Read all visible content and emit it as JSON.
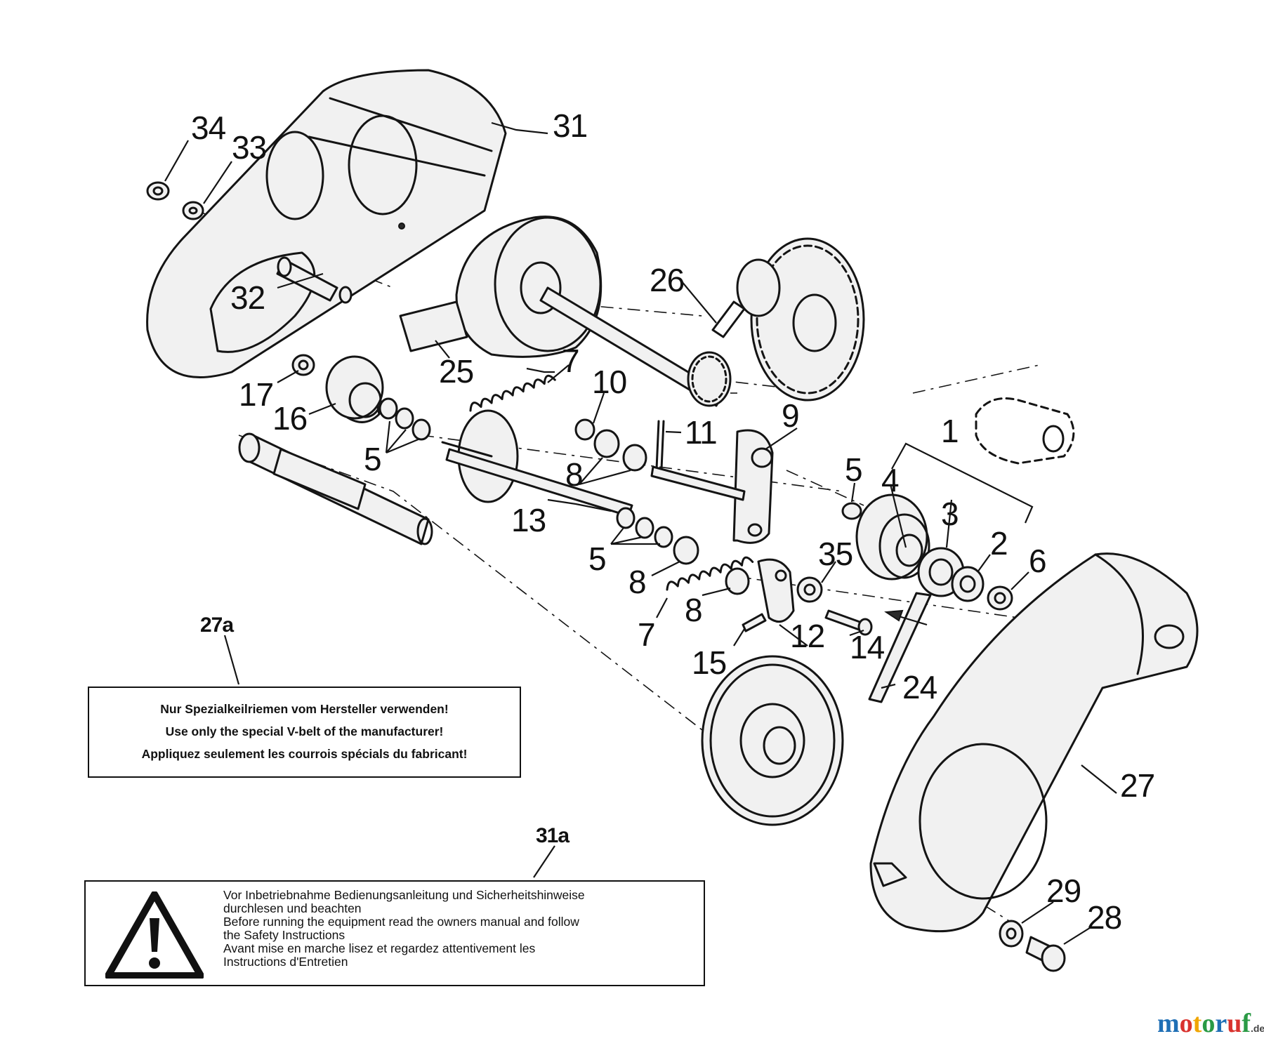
{
  "callouts": {
    "c34": "34",
    "c33": "33",
    "c31": "31",
    "c32": "32",
    "c26": "26",
    "c25": "25",
    "c7a": "7",
    "c17": "17",
    "c16": "16",
    "c10": "10",
    "c11": "11",
    "c9": "9",
    "c5a": "5",
    "c5b": "5",
    "c1": "1",
    "c4": "4",
    "c3": "3",
    "c2": "2",
    "c6": "6",
    "c8a": "8",
    "c13": "13",
    "c5c": "5",
    "c8b": "8",
    "c8c": "8",
    "c7b": "7",
    "c35": "35",
    "c14": "14",
    "c15": "15",
    "c12": "12",
    "c24": "24",
    "c27": "27",
    "c29": "29",
    "c28": "28",
    "c27a": "27a",
    "c31a": "31a"
  },
  "label_27a": {
    "line1": "Nur Spezialkeilriemen vom Hersteller verwenden!",
    "line2": "Use only the special V-belt of the manufacturer!",
    "line3": "Appliquez seulement les courrois spécials du fabricant!"
  },
  "label_31a": {
    "line1": "Vor Inbetriebnahme Bedienungsanleitung und Sicherheitshinweise",
    "line2": "durchlesen und beachten",
    "line3": "Before running the equipment read the owners manual and follow",
    "line4": "the Safety Instructions",
    "line5": "Avant mise en marche lisez et regardez attentivement les",
    "line6": "Instructions d'Entretien"
  },
  "watermark": {
    "brand": "motoruf",
    "tld": ".de"
  },
  "colors": {
    "ink": "#141414",
    "paper": "#ffffff"
  }
}
